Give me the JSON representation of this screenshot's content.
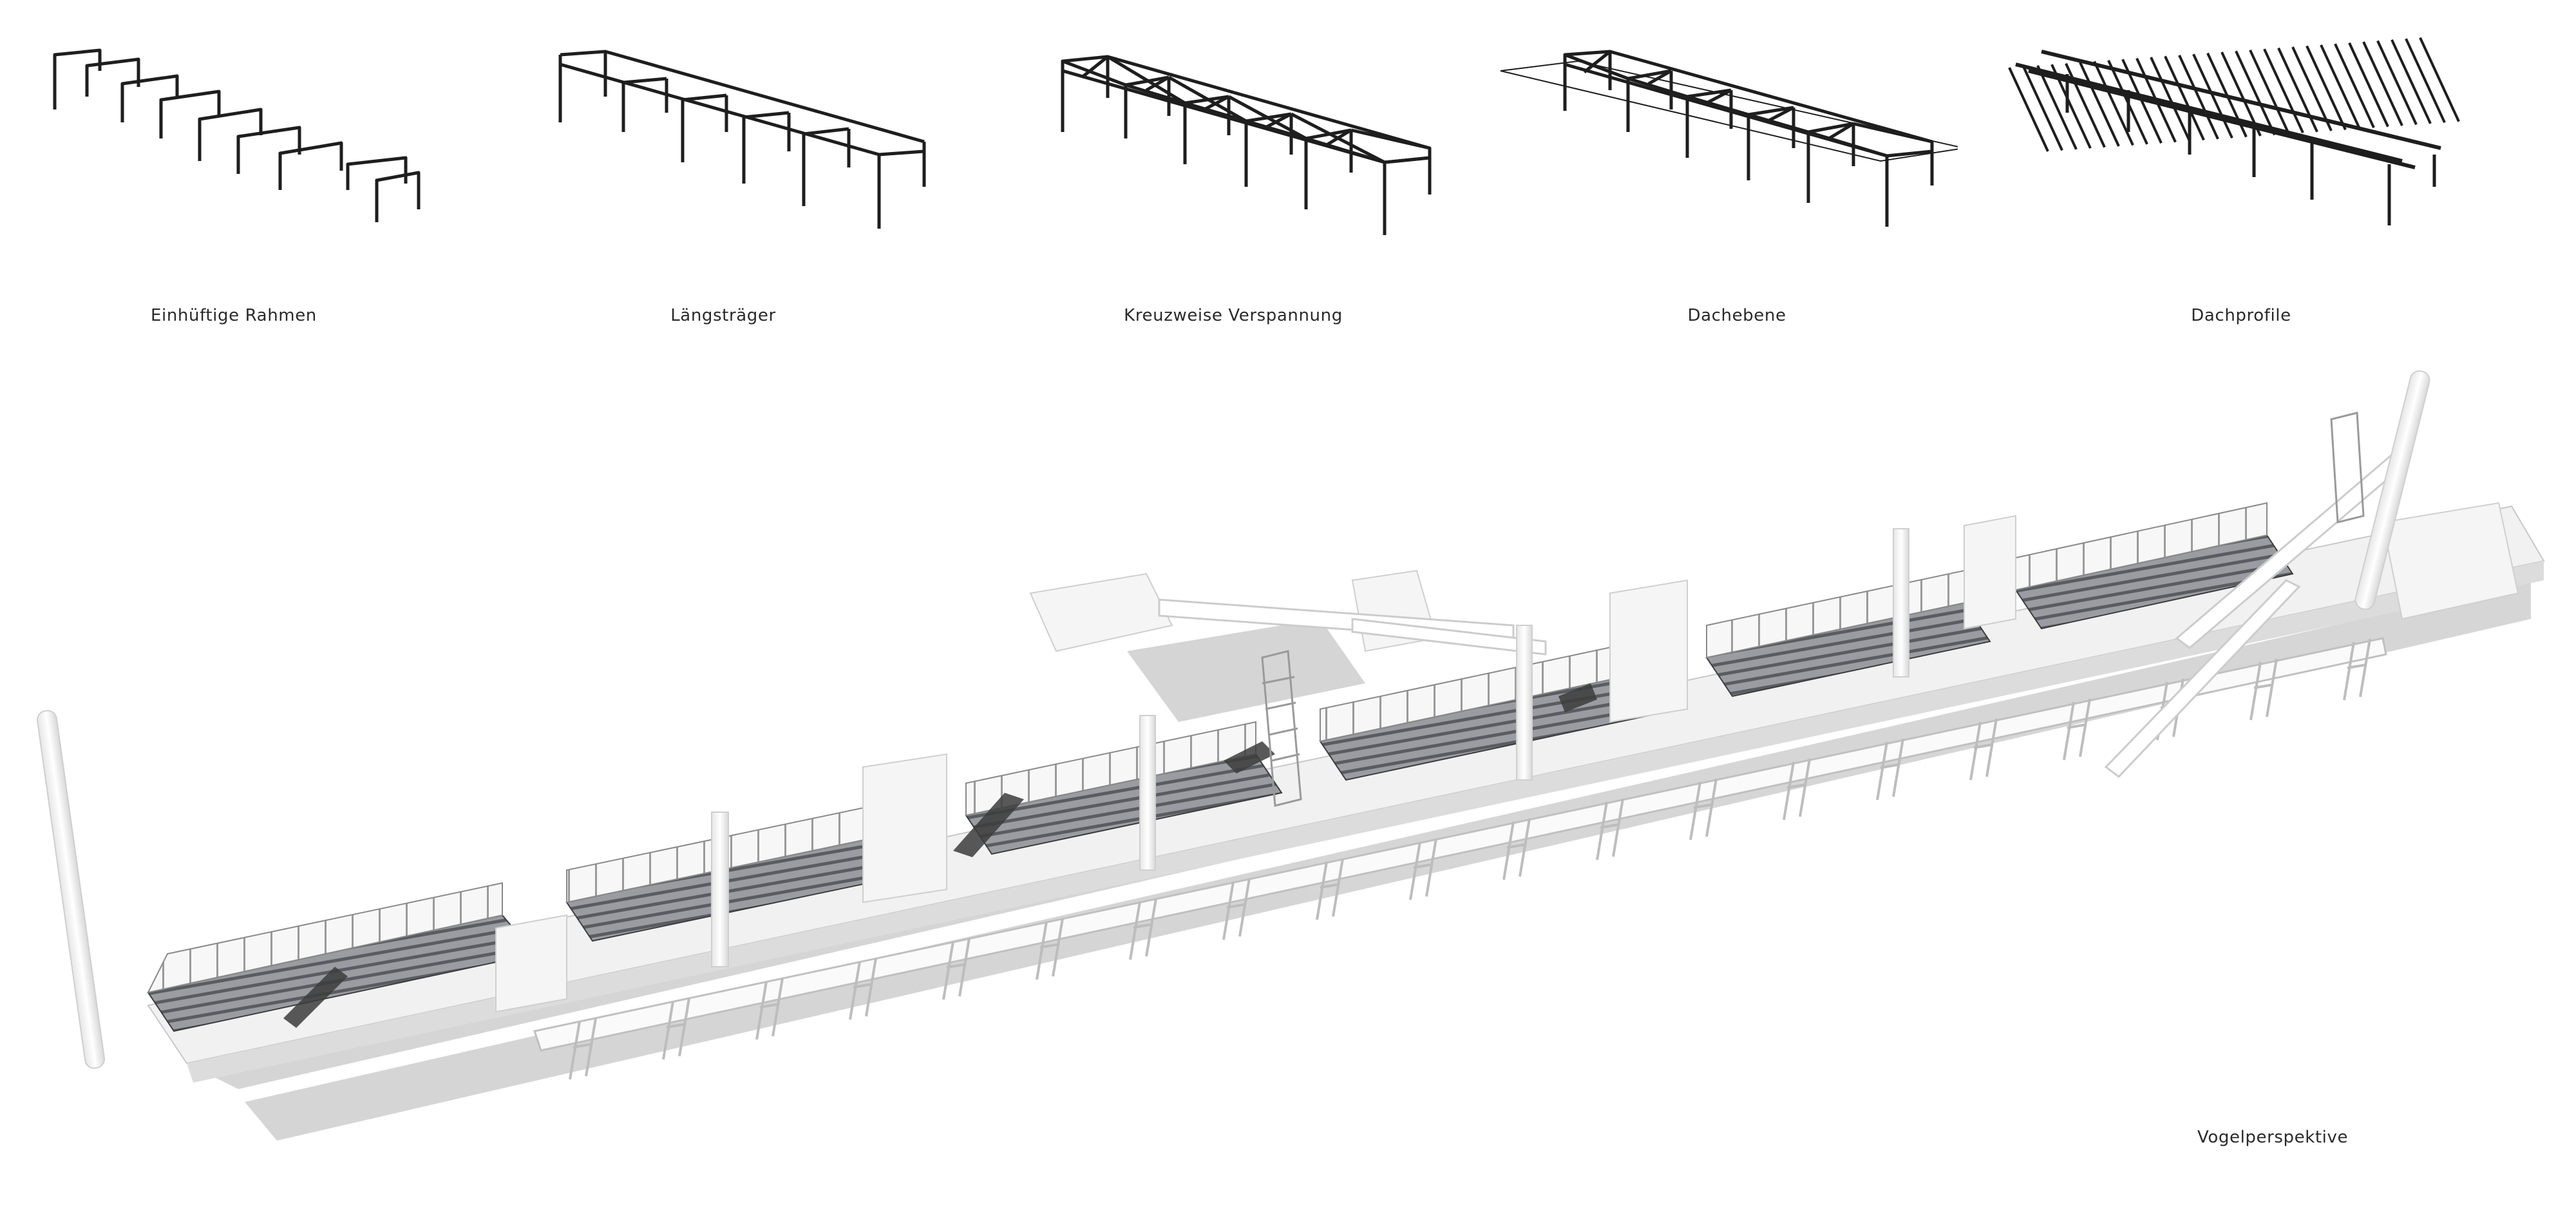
{
  "diagrams": [
    {
      "id": "rahmen",
      "label": "Einhüftige Rahmen"
    },
    {
      "id": "laengstraeger",
      "label": "Längsträger"
    },
    {
      "id": "verspannung",
      "label": "Kreuzweise Verspannung"
    },
    {
      "id": "dachebene",
      "label": "Dachebene"
    },
    {
      "id": "dachprofile",
      "label": "Dachprofile"
    }
  ],
  "perspective": {
    "label": "Vogelperspektive"
  },
  "colors": {
    "line": "#1e1e1e",
    "shadow": "#6e6e6e",
    "surface": "#f4f4f4",
    "roof": "#8c8f96",
    "dark": "#3c3c3c"
  }
}
